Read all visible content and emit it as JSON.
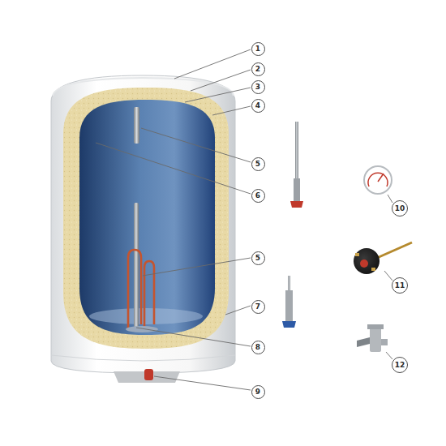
{
  "diagram": {
    "labels": [
      "1",
      "2",
      "3",
      "4",
      "5",
      "6",
      "10",
      "5",
      "11",
      "7",
      "8",
      "12",
      "9"
    ]
  }
}
